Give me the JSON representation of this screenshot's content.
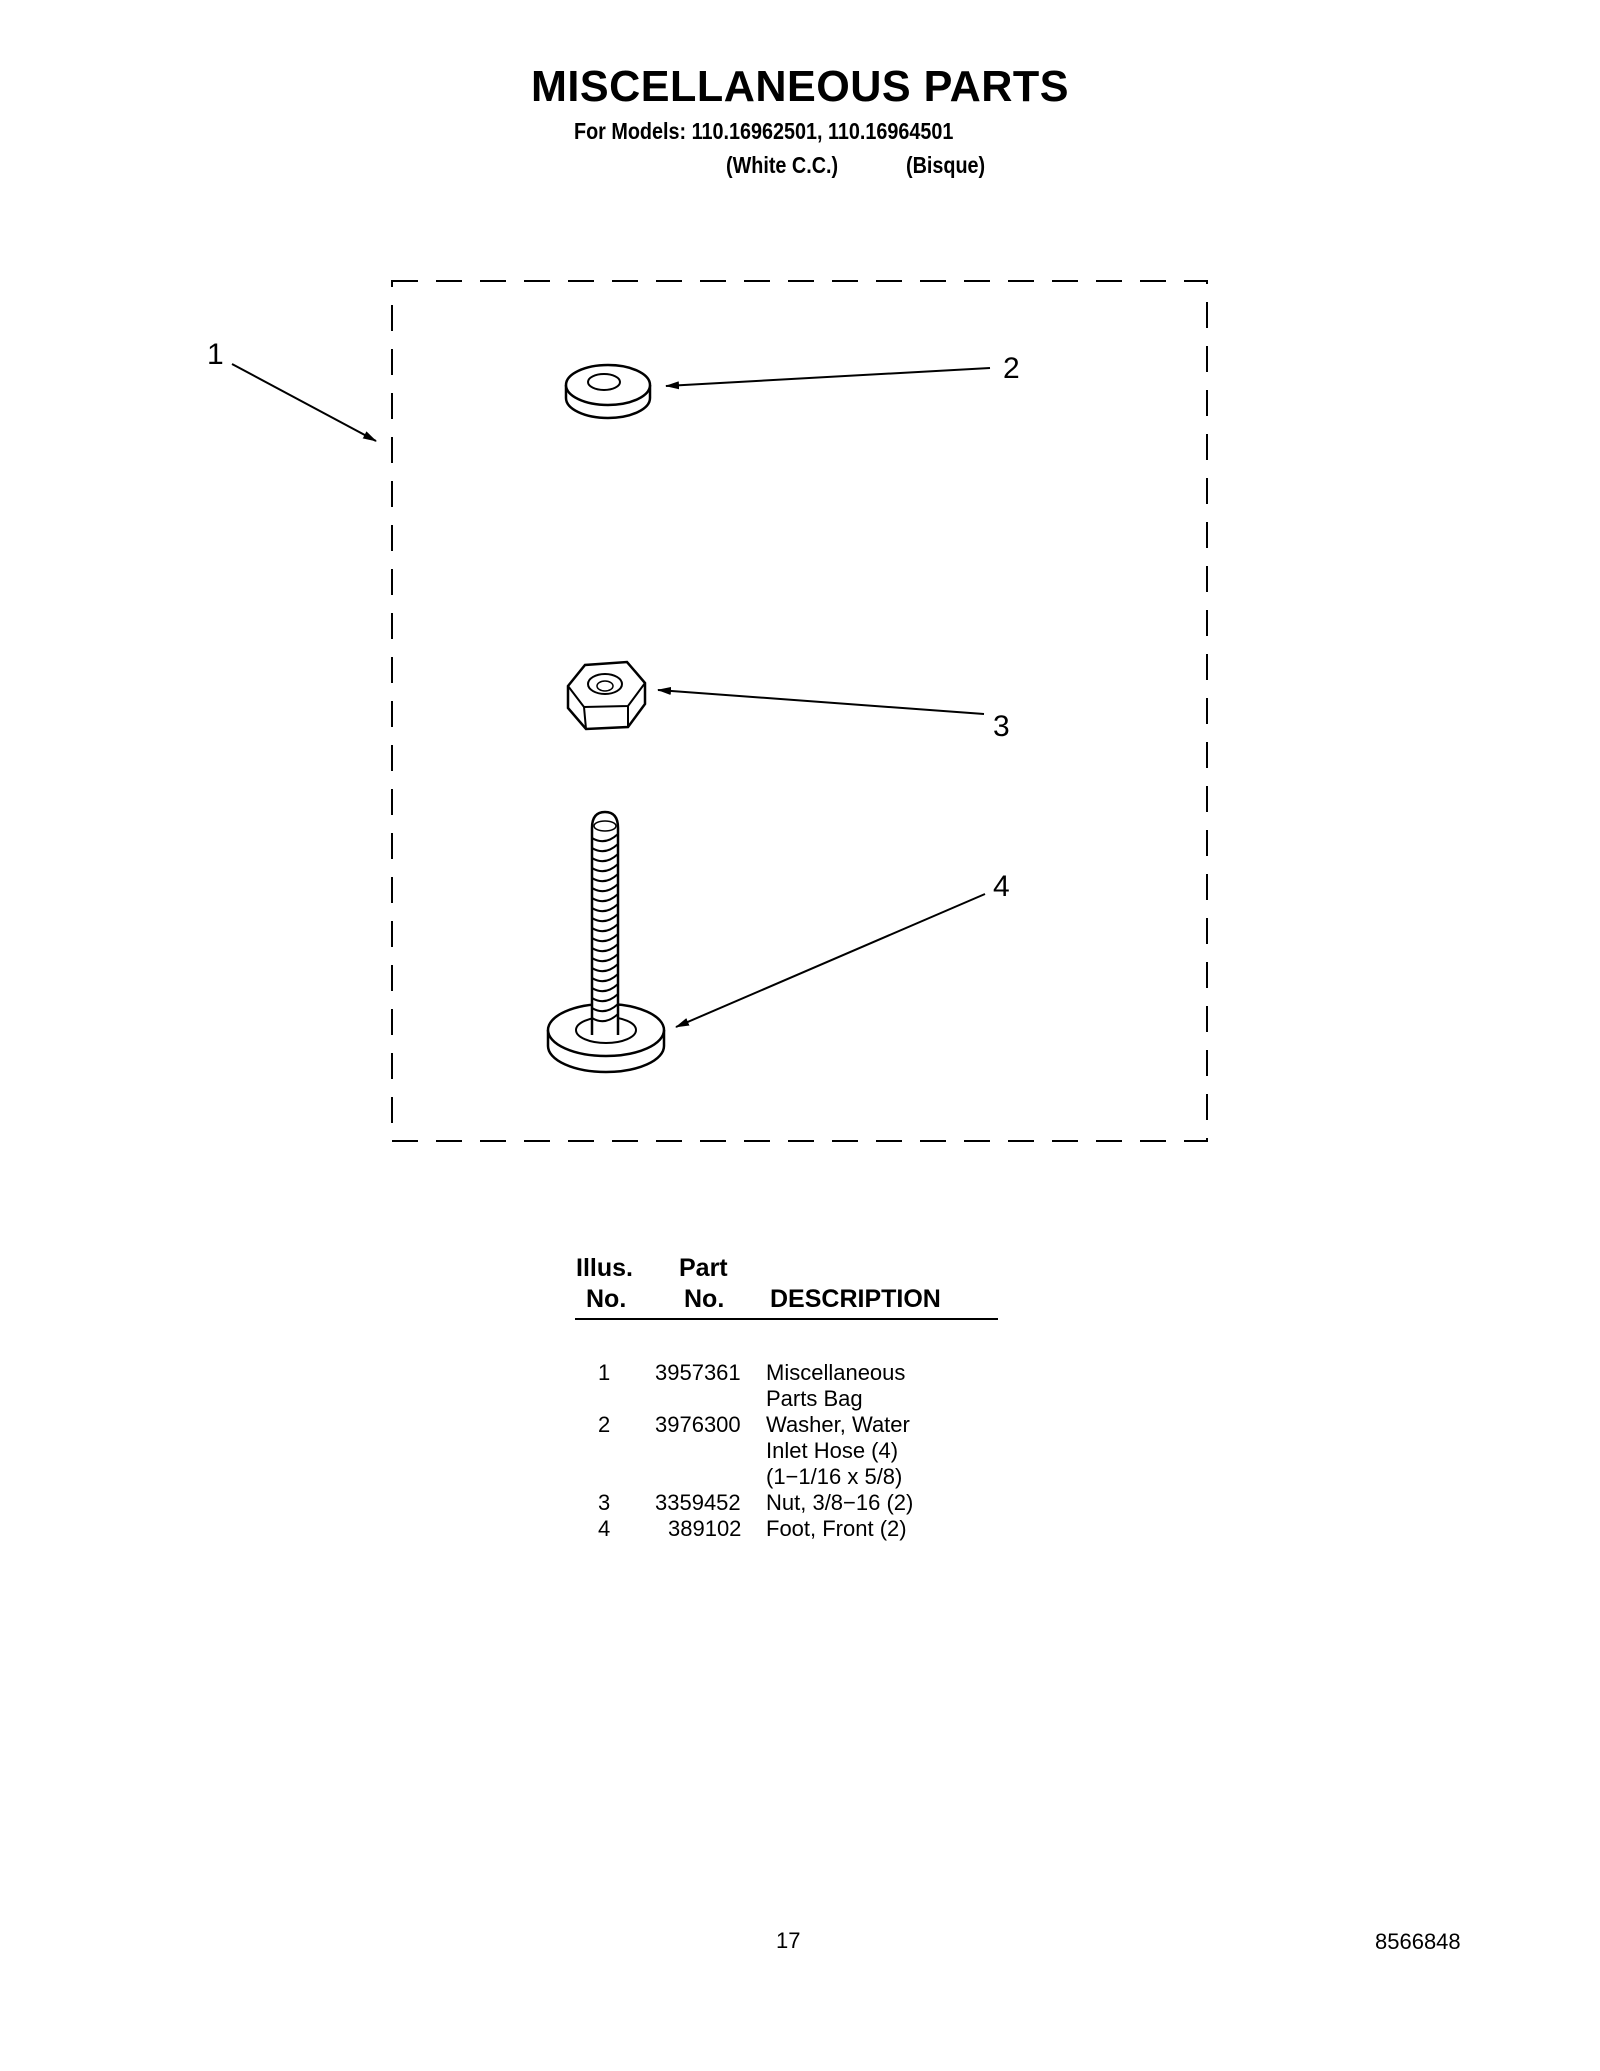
{
  "header": {
    "title": "MISCELLANEOUS PARTS",
    "models_line": "For Models: 110.16962501, 110.16964501",
    "model1_variant": "(White C.C.)",
    "model2_variant": "(Bisque)"
  },
  "diagram": {
    "callouts": [
      "1",
      "2",
      "3",
      "4"
    ],
    "parts": [
      "washer-icon",
      "hex-nut-icon",
      "leveling-foot-icon"
    ]
  },
  "parts_table": {
    "headers": {
      "illus_line1": "Illus.",
      "illus_line2": "No.",
      "part_line1": "Part",
      "part_line2": "No.",
      "description": "DESCRIPTION"
    },
    "rows": [
      {
        "illus": "1",
        "part": "3957361",
        "description": [
          "Miscellaneous",
          "Parts Bag"
        ]
      },
      {
        "illus": "2",
        "part": "3976300",
        "description": [
          "Washer, Water",
          "Inlet Hose (4)",
          "(1−1/16 x 5/8)"
        ]
      },
      {
        "illus": "3",
        "part": "3359452",
        "description": [
          "Nut, 3/8−16 (2)"
        ]
      },
      {
        "illus": "4",
        "part": "389102",
        "description": [
          "Foot, Front (2)"
        ]
      }
    ]
  },
  "footer": {
    "page_number": "17",
    "document_number": "8566848"
  }
}
